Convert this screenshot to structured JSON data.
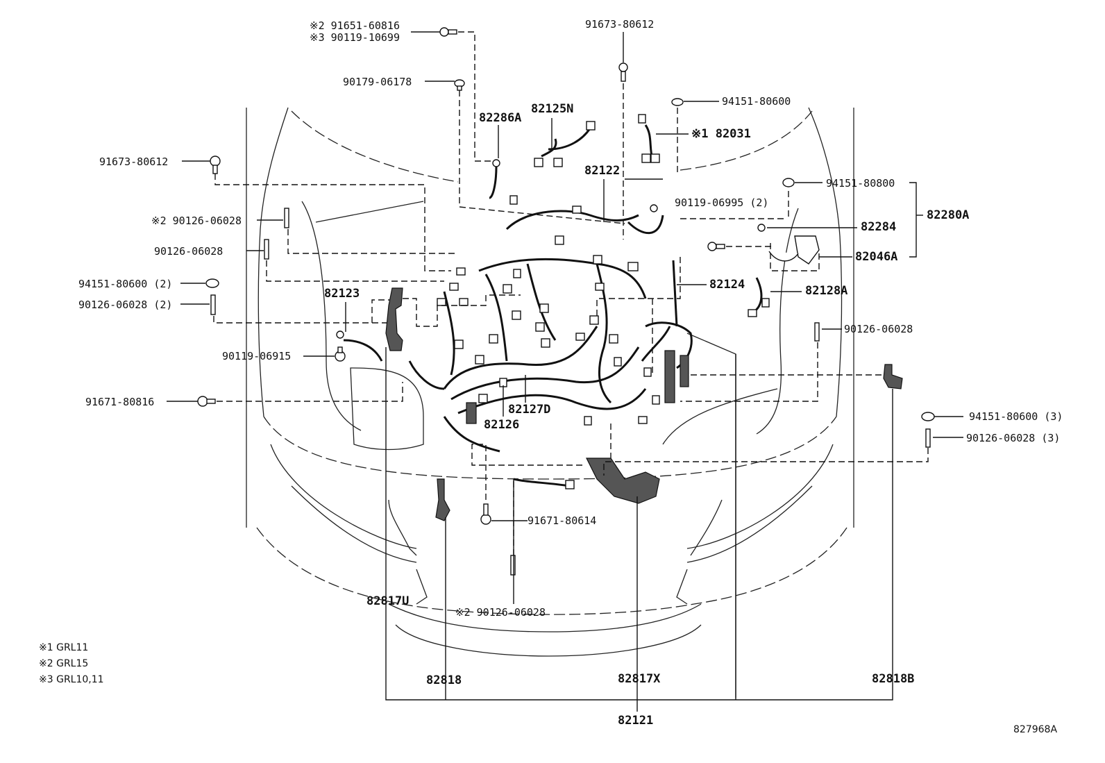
{
  "figure_code": "827968A",
  "notes": [
    {
      "mark": "※1",
      "text": "GRL11"
    },
    {
      "mark": "※2",
      "text": "GRL15"
    },
    {
      "mark": "※3",
      "text": "GRL10,11"
    }
  ],
  "labels": {
    "p91651": "※2 91651-60816",
    "p90119_10699": "※3 90119-10699",
    "p90179": "90179-06178",
    "p91673_top": "91673-80612",
    "p91673_left": "91673-80612",
    "p82286A": "82286A",
    "p82125N": "82125N",
    "p82031": "※1 82031",
    "p94151_top": "94151-80600",
    "p82122": "82122",
    "p94151_80800": "94151-80800",
    "p90119_06995": "90119-06995 (2)",
    "p82280A": "82280A",
    "p82284": "82284",
    "p82046A": "82046A",
    "p90126_s2": "※2 90126-06028",
    "p90126_a": "90126-06028",
    "p94151_2": "94151-80600 (2)",
    "p90126_2": "90126-06028 (2)",
    "p82123": "82123",
    "p82124": "82124",
    "p82128A": "82128A",
    "p90126_r": "90126-06028",
    "p90119_06915": "90119-06915",
    "p91671_80816": "91671-80816",
    "p82127D": "82127D",
    "p82126": "82126",
    "p94151_3": "94151-80600 (3)",
    "p90126_3": "90126-06028 (3)",
    "p91671_80614": "91671-80614",
    "p82817U": "82817U",
    "p90126_bot": "※2 90126-06028",
    "p82818": "82818",
    "p82817X": "82817X",
    "p82818B": "82818B",
    "p82121": "82121"
  }
}
